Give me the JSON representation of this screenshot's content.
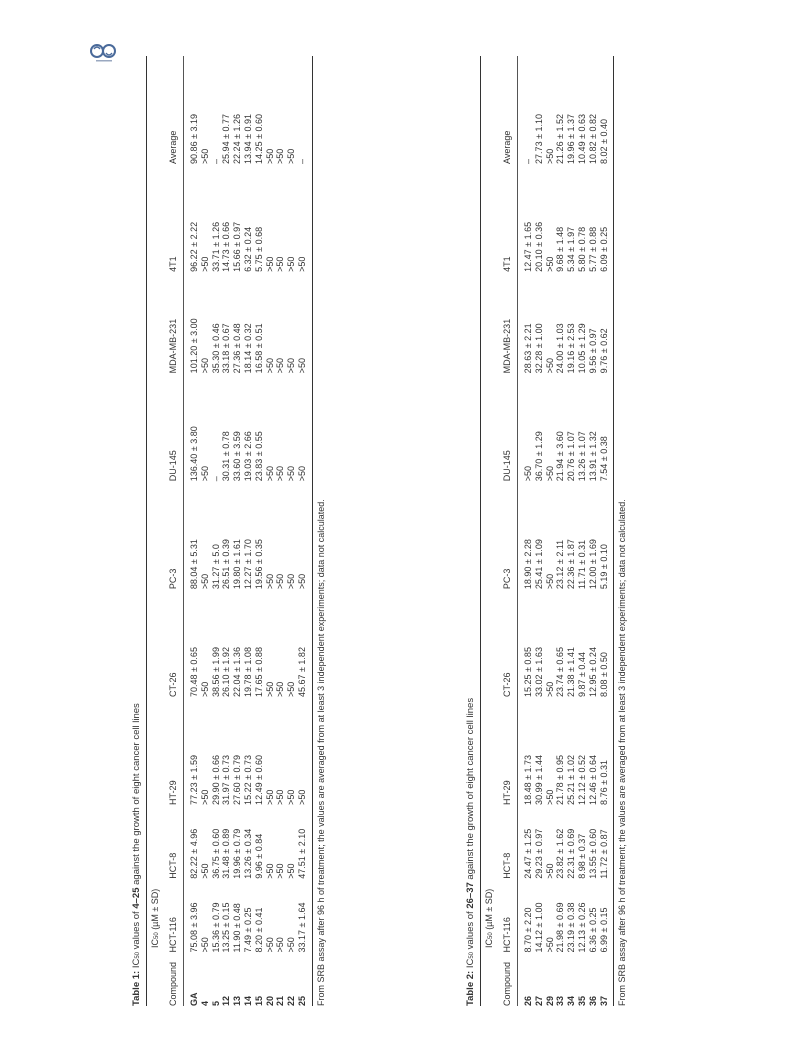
{
  "logo": {
    "icon": "journal-logo-icon",
    "color": "#4a6a9a"
  },
  "table1": {
    "caption_label": "Table 1:",
    "caption_ic": "IC",
    "caption_sub": "50",
    "caption_text_pre": " values of ",
    "caption_range": "4–25",
    "caption_text_post": " against the growth of eight cancer cell lines",
    "group_header_ic": "IC",
    "group_header_sub": "50",
    "group_header_rest": " (µM ± SD)",
    "columns": [
      "Compound",
      "HCT-116",
      "HCT-8",
      "HT-29",
      "CT-26",
      "PC-3",
      "DU-145",
      "MDA-MB-231",
      "4T1",
      "Average"
    ],
    "rows": [
      [
        "GA",
        "75.08 ± 3.96",
        "82.22 ± 4.96",
        "77.23 ± 1.59",
        "70.48 ± 0.65",
        "88.04 ± 5.31",
        "136.40 ± 3.80",
        "101.20 ± 3.00",
        "96.22 ± 2.22",
        "90.86 ± 3.19"
      ],
      [
        "4",
        ">50",
        ">50",
        ">50",
        ">50",
        ">50",
        ">50",
        ">50",
        ">50",
        ">50"
      ],
      [
        "5",
        "15.36 ± 0.79",
        "36.75 ± 0.60",
        "29.90 ± 0.66",
        "38.56 ± 1.99",
        "31.27 ± 5.0",
        "–",
        "35.30 ± 0.46",
        "33.71 ± 1.26",
        "–"
      ],
      [
        "12",
        "13.25 ± 0.15",
        "31.48 ± 0.89",
        "31.97 ± 0.73",
        "26.10 ± 1.92",
        "26.51 ± 0.39",
        "30.31 ± 0.78",
        "33.18 ± 0.67",
        "14.73 ± 0.66",
        "25.94 ± 0.77"
      ],
      [
        "13",
        "11.90 ± 0.48",
        "19.96 ± 0.79",
        "27.60 ± 0.79",
        "22.04 ± 1.36",
        "19.80 ± 1.61",
        "33.60 ± 3.59",
        "27.36 ± 0.48",
        "15.66 ± 0.97",
        "22.24 ± 1.26"
      ],
      [
        "14",
        "7.49 ± 0.25",
        "13.26 ± 0.34",
        "15.22 ± 0.73",
        "19.78 ± 1.08",
        "12.27 ± 1.70",
        "19.03 ± 2.66",
        "18.14 ± 0.32",
        "6.32 ± 0.24",
        "13.94 ± 0.91"
      ],
      [
        "15",
        "8.20 ± 0.41",
        "9.96 ± 0.84",
        "12.49 ± 0.60",
        "17.65 ± 0.88",
        "19.56 ± 0.35",
        "23.83 ± 0.55",
        "16.58 ± 0.51",
        "5.75 ± 0.68",
        "14.25 ± 0.60"
      ],
      [
        "20",
        ">50",
        ">50",
        ">50",
        ">50",
        ">50",
        ">50",
        ">50",
        ">50",
        ">50"
      ],
      [
        "21",
        ">50",
        ">50",
        ">50",
        ">50",
        ">50",
        ">50",
        ">50",
        ">50",
        ">50"
      ],
      [
        "22",
        ">50",
        ">50",
        ">50",
        ">50",
        ">50",
        ">50",
        ">50",
        ">50",
        ">50"
      ],
      [
        "25",
        "33.17 ± 1.64",
        "47.51 ± 2.10",
        ">50",
        "45.67 ± 1.82",
        ">50",
        ">50",
        ">50",
        ">50",
        "–"
      ]
    ],
    "footnote": "From SRB assay after 96 h of treatment; the values are averaged from at least 3 independent experiments; data not calculated."
  },
  "table2": {
    "caption_label": "Table 2:",
    "caption_ic": "IC",
    "caption_sub": "50",
    "caption_text_pre": " values of ",
    "caption_range": "26–37",
    "caption_text_post": " against the growth of eight cancer cell lines",
    "group_header_ic": "IC",
    "group_header_sub": "50",
    "group_header_rest": " (µM ± SD)",
    "columns": [
      "Compound",
      "HCT-116",
      "HCT-8",
      "HT-29",
      "CT-26",
      "PC-3",
      "DU-145",
      "MDA-MB-231",
      "4T1",
      "Average"
    ],
    "rows": [
      [
        "26",
        "8.70 ± 2.20",
        "24.47 ± 1.25",
        "18.48 ± 1.73",
        "15.25 ± 0.85",
        "18.90 ± 2.28",
        ">50",
        "28.63 ± 2.21",
        "12.47 ± 1.65",
        "–"
      ],
      [
        "27",
        "14.12 ± 1.00",
        "29.23 ± 0.97",
        "30.99 ± 1.44",
        "33.02 ± 1.63",
        "25.41 ± 1.09",
        "36.70 ± 1.29",
        "32.28 ± 1.00",
        "20.10 ± 0.36",
        "27.73 ± 1.10"
      ],
      [
        "29",
        ">50",
        ">50",
        ">50",
        ">50",
        ">50",
        ">50",
        ">50",
        ">50",
        ">50"
      ],
      [
        "33",
        "21.98 ± 0.69",
        "23.82 ± 1.62",
        "21.78 ± 0.95",
        "23.74 ± 0.65",
        "23.12 ± 2.11",
        "21.94 ± 3.60",
        "24.00 ± 1.03",
        "9.68 ± 1.48",
        "21.26 ± 1.52"
      ],
      [
        "34",
        "23.19 ± 0.38",
        "22.31 ± 0.69",
        "25.21 ± 1.02",
        "21.38 ± 1.41",
        "22.36 ± 1.87",
        "20.76 ± 1.07",
        "19.16 ± 2.53",
        "5.34 ± 1.97",
        "19.96 ± 1.37"
      ],
      [
        "35",
        "12.13 ± 0.26",
        "8.98 ± 0.37",
        "12.12 ± 0.52",
        "9.87 ± 0.44",
        "11.71 ± 0.31",
        "13.26 ± 1.07",
        "10.05 ± 1.29",
        "5.80 ± 0.78",
        "10.49 ± 0.63"
      ],
      [
        "36",
        "6.36 ± 0.25",
        "13.55 ± 0.60",
        "12.46 ± 0.64",
        "12.95 ± 0.24",
        "12.00 ± 1.69",
        "13.91 ± 1.32",
        "9.56 ± 0.97",
        "5.77 ± 0.88",
        "10.82 ± 0.82"
      ],
      [
        "37",
        "6.99 ± 0.15",
        "11.72 ± 0.87",
        "8.76 ± 0.31",
        "8.08 ± 0.50",
        "5.19 ± 0.10",
        "7.54 ± 0.38",
        "9.76 ± 0.62",
        "6.09 ± 0.25",
        "8.02 ± 0.40"
      ]
    ],
    "footnote": "From SRB assay after 96 h of treatment; the values are averaged from at least 3 independent experiments; data not calculated."
  }
}
